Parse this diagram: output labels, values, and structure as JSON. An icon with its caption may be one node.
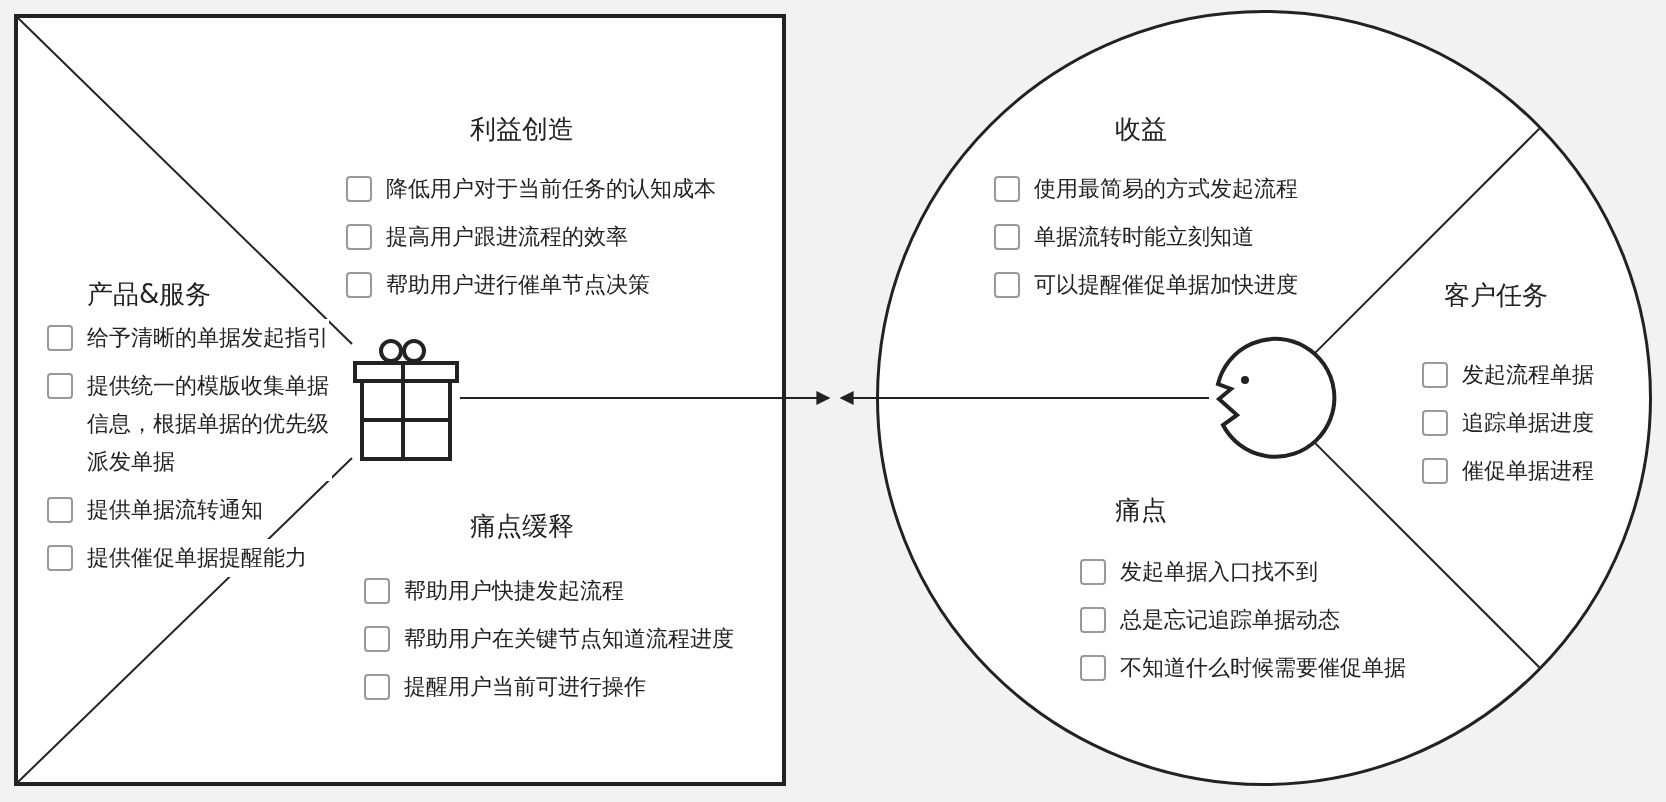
{
  "diagram": {
    "nodes": [
      {
        "text": [],
        "shape": "box"
      },
      {
        "text": [
          "利益创造",
          "降低用户对于当前任务的认知成本",
          "提高用户跟进流程的效率",
          "帮助用户进行催单节点决策"
        ],
        "in": 0
      },
      {
        "text": [
          "产品&服务",
          "给予清晰的单据发起指引",
          "提供统一的模版收集单据信息，根据单据的优先级派发单据",
          "提供单据流转通知",
          "提供催促单据提醒能力"
        ],
        "in": 0
      },
      {
        "text": [],
        "shape": "gift",
        "in": 0
      },
      {
        "text": [
          "痛点缓释",
          "帮助用户快捷发起流程",
          "帮助用户在关键节点知道流程进度",
          "提醒用户当前可进行操作"
        ],
        "in": 0
      },
      {
        "text": [],
        "shape": "circle"
      },
      {
        "text": [
          "收益",
          "使用最简易的方式发起流程",
          "单据流转时能立刻知道",
          "可以提醒催促单据加快进度"
        ],
        "in": 5
      },
      {
        "text": [
          "客户任务",
          "发起流程单据",
          "追踪单据进度",
          "催促单据进程"
        ],
        "in": 5
      },
      {
        "text": [],
        "shape": "head",
        "in": 5
      },
      {
        "text": [
          "痛点",
          "发起单据入口找不到",
          "总是忘记追踪单据动态",
          "不知道什么时候需要催促单据"
        ],
        "in": 5
      }
    ],
    "edges": [
      {
        "from": 3,
        "to": null,
        "arrow": "to"
      },
      {
        "from": 8,
        "to": null,
        "arrow": "to"
      }
    ]
  }
}
